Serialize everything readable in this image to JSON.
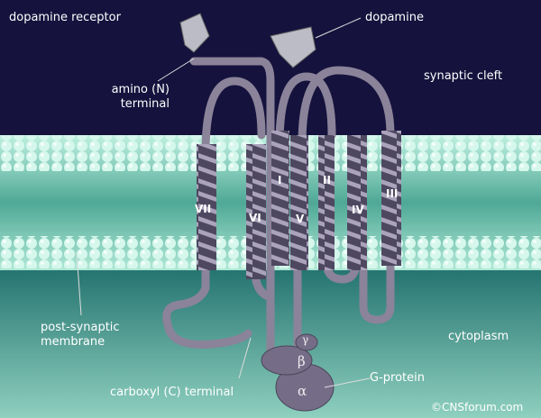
{
  "labels": {
    "dopamine_receptor": "dopamine receptor",
    "dopamine": "dopamine",
    "amino_terminal": "amino (N) terminal",
    "synaptic_cleft": "synaptic cleft",
    "post_synaptic_membrane": "post-synaptic membrane",
    "cytoplasm": "cytoplasm",
    "carboxyl_terminal": "carboxyl (C) terminal",
    "g_protein": "G-protein",
    "copyright": "©CNSforum.com"
  },
  "helices": [
    "VII",
    "VI",
    "I",
    "V",
    "II",
    "IV",
    "III"
  ],
  "g_protein_subunits": {
    "alpha": "α",
    "beta": "β",
    "gamma": "γ"
  },
  "colors": {
    "cleft": "#15123d",
    "membrane": "#5fbfa8",
    "cytoplasm": "#2f8c82",
    "protein": "#7d7690"
  }
}
